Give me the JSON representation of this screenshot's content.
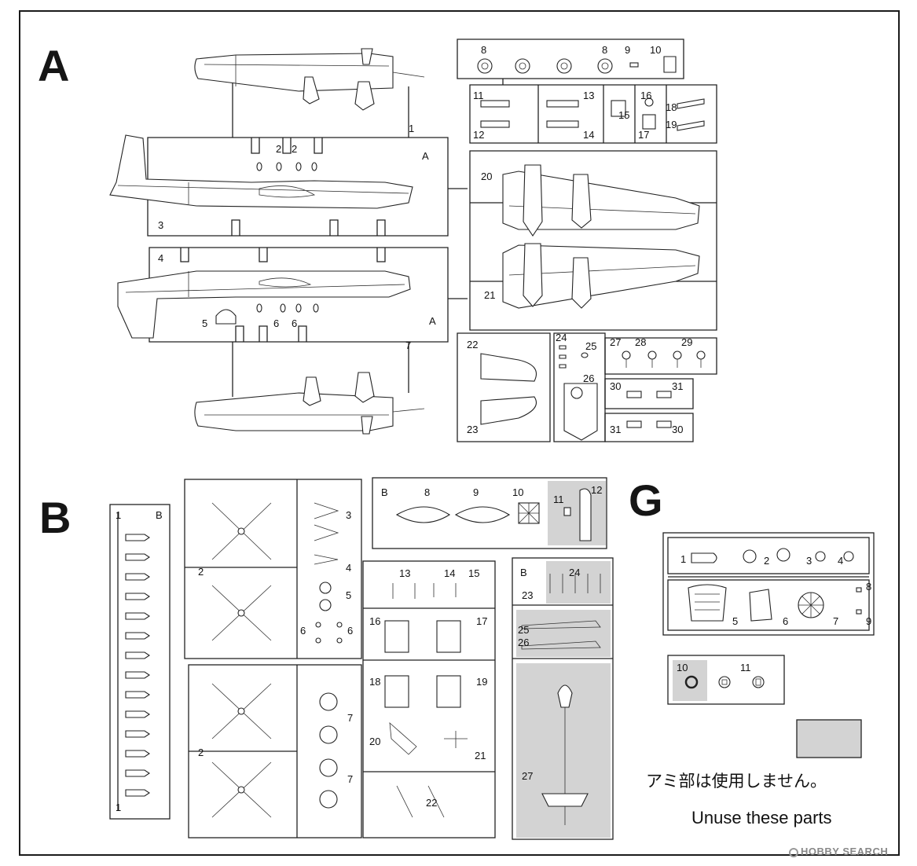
{
  "sprues": {
    "A": {
      "label": "A",
      "sub_label": "A",
      "part_numbers": [
        "1",
        "2",
        "2",
        "3",
        "4",
        "5",
        "6",
        "6",
        "7",
        "8",
        "8",
        "9",
        "10",
        "11",
        "12",
        "13",
        "14",
        "15",
        "16",
        "17",
        "18",
        "19",
        "20",
        "21",
        "22",
        "23",
        "24",
        "25",
        "26",
        "27",
        "28",
        "29",
        "30",
        "31",
        "31",
        "30"
      ]
    },
    "B": {
      "label": "B",
      "sub_label": "B",
      "part_numbers": [
        "1",
        "B",
        "1",
        "2",
        "2",
        "3",
        "4",
        "5",
        "6",
        "6",
        "7",
        "7",
        "8",
        "9",
        "10",
        "11",
        "12",
        "13",
        "14",
        "15",
        "16",
        "17",
        "18",
        "19",
        "20",
        "21",
        "22",
        "B",
        "23",
        "24",
        "25",
        "26",
        "27"
      ]
    },
    "G": {
      "label": "G",
      "part_numbers": [
        "1",
        "2",
        "3",
        "4",
        "5",
        "6",
        "7",
        "8",
        "9",
        "10",
        "11"
      ]
    }
  },
  "legend": {
    "note_jp": "アミ部は使用しません。",
    "note_en": "Unuse these parts",
    "hatch_color": "#d3d3d3"
  },
  "credit": "HOBBY SEARCH"
}
